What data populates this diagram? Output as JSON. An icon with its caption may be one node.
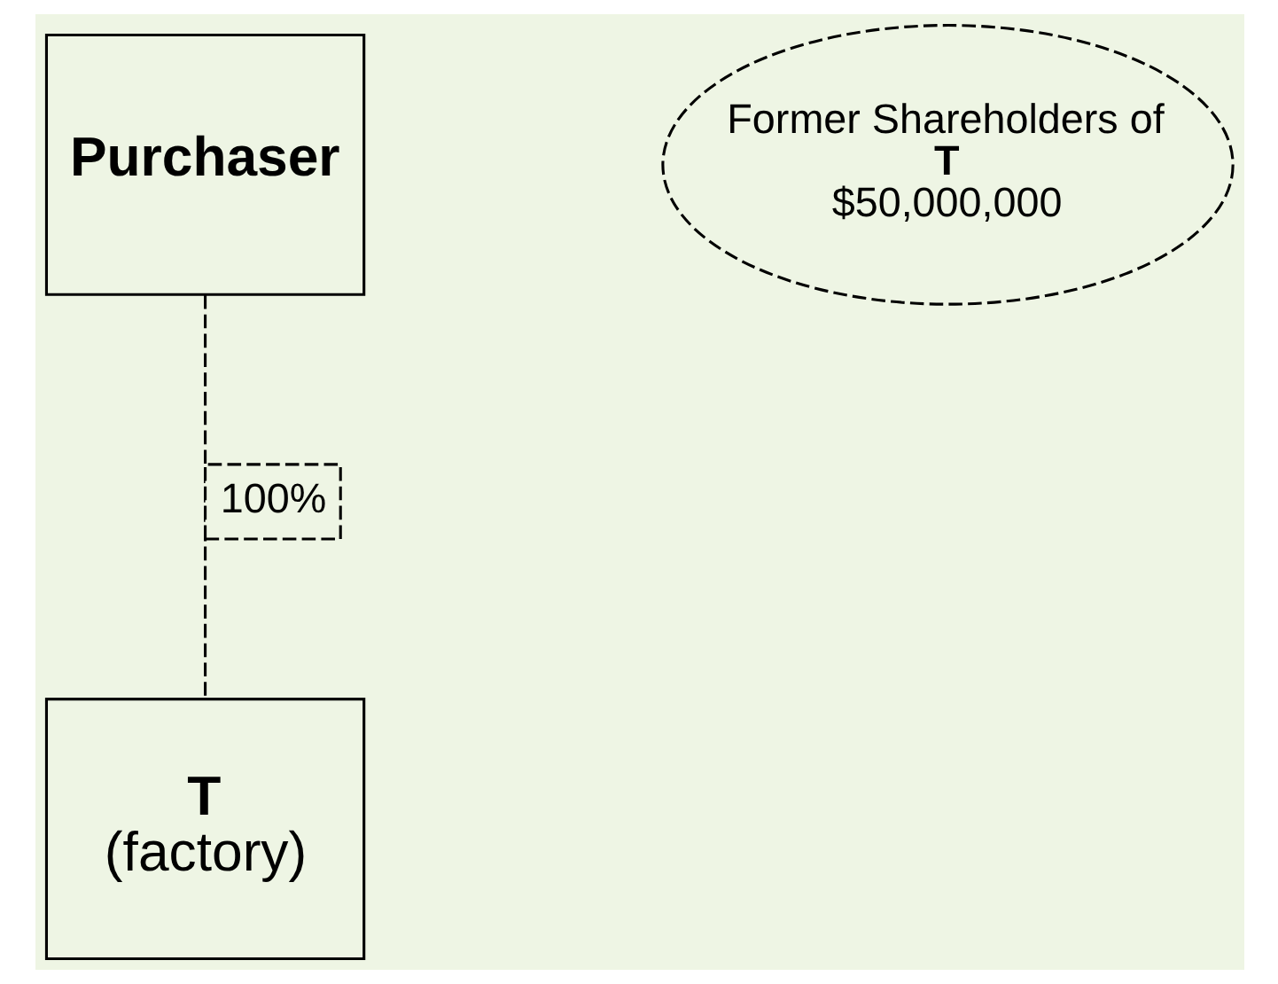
{
  "diagram": {
    "nodes": [
      {
        "text": [
          "Purchaser"
        ]
      },
      {
        "text": [
          "T",
          "(factory)"
        ]
      },
      {
        "text": [
          "Former Shareholders of",
          "T",
          "$50,000,000"
        ]
      }
    ],
    "edges": [
      {
        "from": 0,
        "to": 1,
        "arrow": "none",
        "style": "dashed",
        "label": "100%"
      }
    ]
  }
}
